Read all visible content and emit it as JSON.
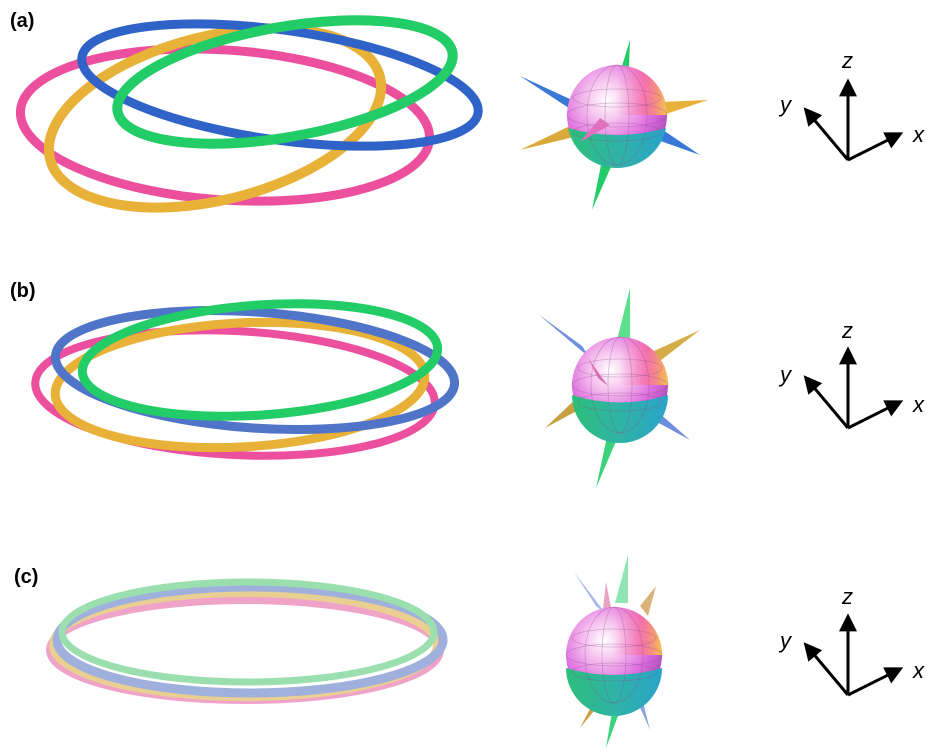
{
  "panels": [
    {
      "label": "(a)"
    },
    {
      "label": "(b)"
    },
    {
      "label": "(c)"
    }
  ],
  "axes": {
    "x": "x",
    "y": "y",
    "z": "z"
  },
  "colors": {
    "pink": "#ec4f9e",
    "blue": "#2f63c8",
    "green": "#22cc66",
    "gold": "#e8b238"
  }
}
